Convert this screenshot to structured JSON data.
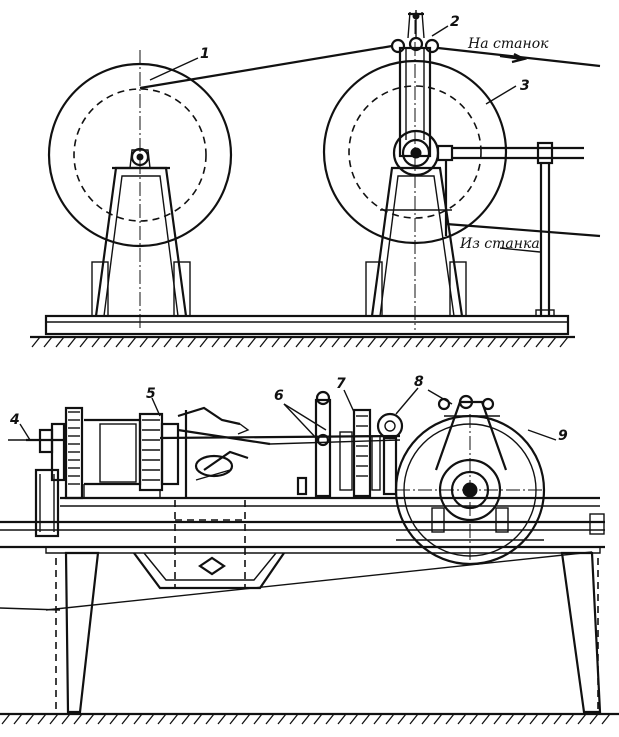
{
  "top_view": {
    "labels": {
      "n1": "1",
      "n2": "2",
      "n3": "3",
      "to_machine": "На станок",
      "from_machine": "Из станка"
    }
  },
  "bottom_view": {
    "labels": {
      "n4": "4",
      "n5": "5",
      "n6": "6",
      "n7": "7",
      "n8": "8",
      "n9": "9"
    }
  }
}
